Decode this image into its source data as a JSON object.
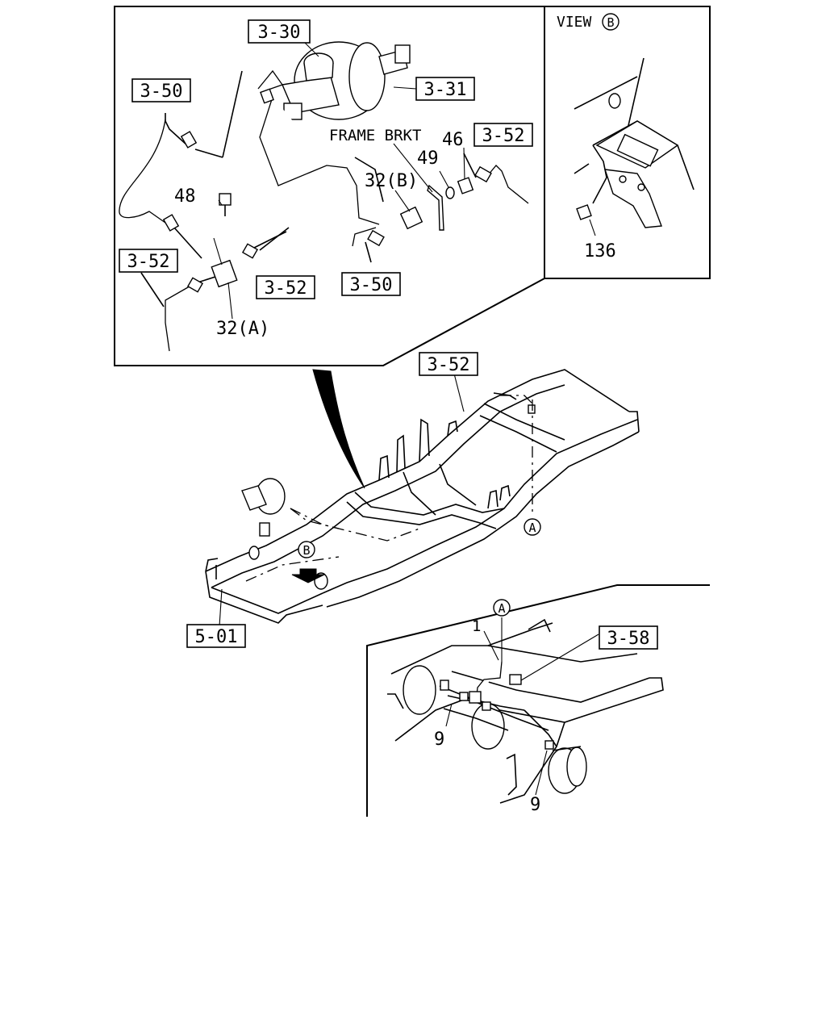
{
  "view_title": "VIEW",
  "view_marker": "B",
  "frame_brkt_label": "FRAME BRKT",
  "boxed_refs": {
    "r330": "3-30",
    "r331": "3-31",
    "r350a": "3-50",
    "r350b": "3-50",
    "r352a": "3-52",
    "r352b": "3-52",
    "r352c": "3-52",
    "r352d": "3-52",
    "r501": "5-01",
    "r358": "3-58"
  },
  "callouts": {
    "c46": "46",
    "c48": "48",
    "c49": "49",
    "c32b": "32(B)",
    "c32a": "32(A)",
    "c136": "136",
    "c1": "1",
    "c9a": "9",
    "c9b": "9"
  },
  "circle_markers": {
    "a_main": "A",
    "a_inset": "A",
    "b_main": "B"
  }
}
